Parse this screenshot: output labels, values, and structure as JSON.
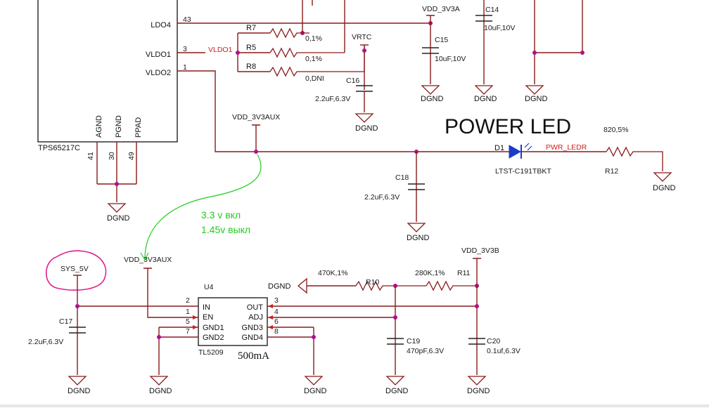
{
  "chip_u1": {
    "part": "TPS65217C",
    "pins": {
      "ldo4": {
        "name": "LDO4",
        "num": "43"
      },
      "vldo1": {
        "name": "VLDO1",
        "num": "3"
      },
      "vldo2": {
        "name": "VLDO2",
        "num": "1"
      },
      "agnd": {
        "name": "AGND",
        "num": "41"
      },
      "pgnd": {
        "name": "PGND",
        "num": "30"
      },
      "ppad": {
        "name": "PPAD",
        "num": "49"
      }
    }
  },
  "nets": {
    "vldo1": "VLDO1",
    "vrtc": "VRTC",
    "vdd_3v3a": "VDD_3V3A",
    "vdd_3v3aux": "VDD_3V3AUX",
    "vdd_3v3b": "VDD_3V3B",
    "sys_5v": "SYS_5V",
    "pwr_ledr": "PWR_LEDR",
    "dgnd": "DGND"
  },
  "resistors": {
    "r7": {
      "ref": "R7",
      "value": "0,1%"
    },
    "r5": {
      "ref": "R5",
      "value": "0,1%"
    },
    "r8": {
      "ref": "R8",
      "value": "0,DNI"
    },
    "r12": {
      "ref": "R12",
      "value": "820,5%"
    },
    "r10": {
      "ref": "R10",
      "value": "470K,1%"
    },
    "r11": {
      "ref": "R11",
      "value": "280K,1%"
    }
  },
  "capacitors": {
    "c14": {
      "ref": "C14",
      "value": "10uF,10V"
    },
    "c15": {
      "ref": "C15",
      "value": "10uF,10V"
    },
    "c16": {
      "ref": "C16",
      "value": "2.2uF,6.3V"
    },
    "c18": {
      "ref": "C18",
      "value": "2.2uF,6.3V"
    },
    "c17": {
      "ref": "C17",
      "value": "2.2uF,6.3V"
    },
    "c19": {
      "ref": "C19",
      "value": "470pF,6.3V"
    },
    "c20": {
      "ref": "C20",
      "value": "0.1uf,6.3V"
    }
  },
  "led": {
    "ref": "D1",
    "part": "LTST-C191TBKT"
  },
  "heading": "POWER LED",
  "ldo_u4": {
    "ref": "U4",
    "part": "TL5209",
    "rating": "500mA",
    "pins": {
      "in": {
        "name": "IN",
        "num": "2"
      },
      "en": {
        "name": "EN",
        "num": "1"
      },
      "gnd1": {
        "name": "GND1",
        "num": "5"
      },
      "gnd2": {
        "name": "GND2",
        "num": "7"
      },
      "out": {
        "name": "OUT",
        "num": "3"
      },
      "adj": {
        "name": "ADJ",
        "num": "4"
      },
      "gnd3": {
        "name": "GND3",
        "num": "6"
      },
      "gnd4": {
        "name": "GND4",
        "num": "8"
      }
    }
  },
  "annotation": {
    "line1": "3.3 v вкл",
    "line2": "1.45v выкл"
  },
  "colors": {
    "wire": "#8a1a1a",
    "junction": "#b0108a",
    "net_label_red": "#d42020",
    "annotation_green": "#22cc22",
    "highlight_magenta": "#e0208a",
    "led_blue": "#1a3cc8"
  }
}
